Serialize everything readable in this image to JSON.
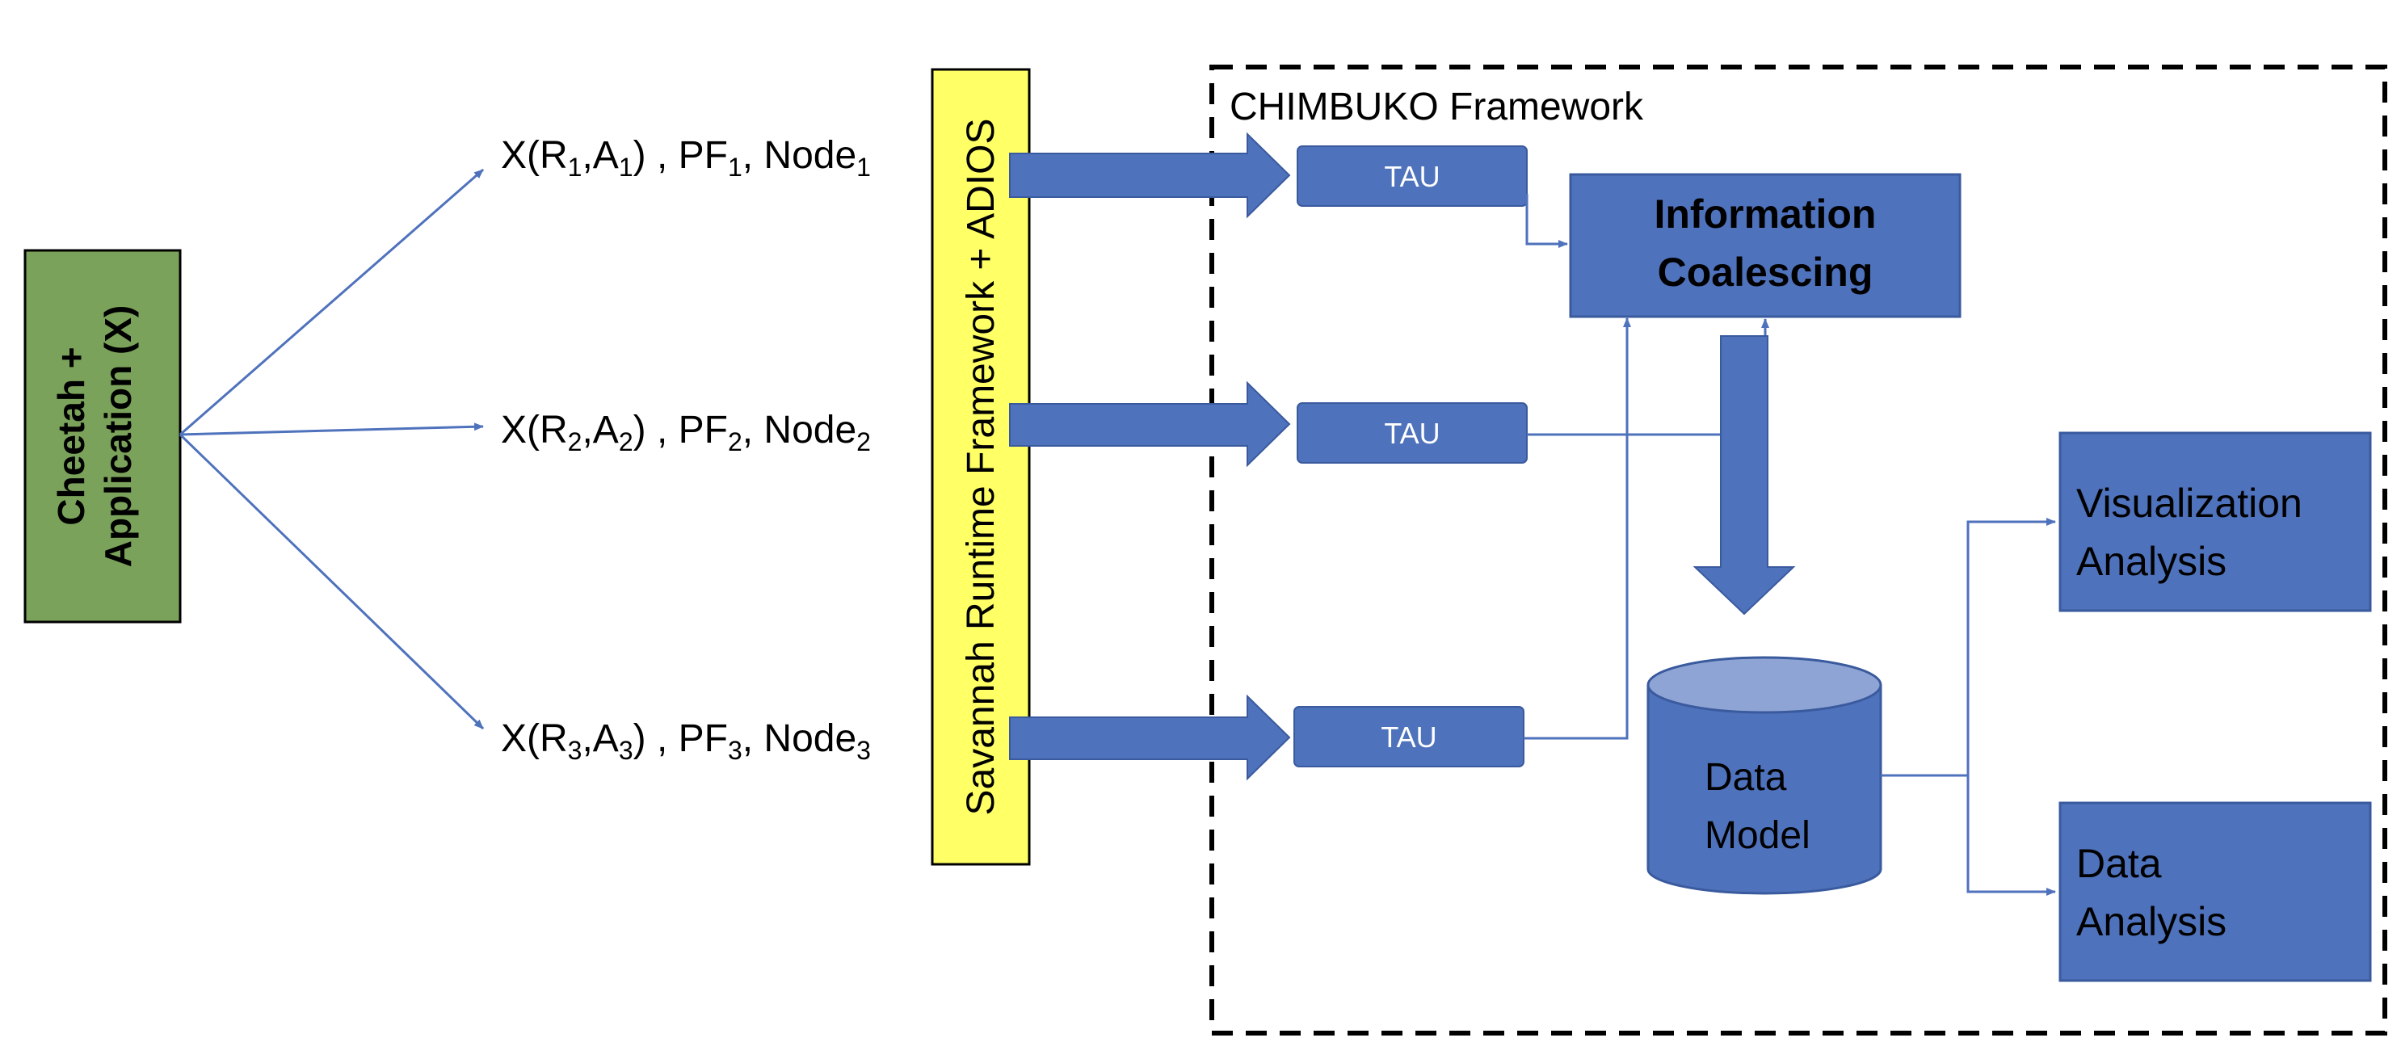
{
  "colors": {
    "blue_fill": "#4F72BC",
    "blue_stroke": "#3A5A9E",
    "cylinder_top": "#8EA4D4",
    "green_fill": "#7BA25A",
    "yellow_fill": "#FFFF66",
    "white": "#FFFFFF",
    "black": "#000000"
  },
  "source": {
    "line1": "Cheetah +",
    "line2": "Application (X)"
  },
  "runtime": {
    "label": "Savannah Runtime Framework + ADIOS"
  },
  "instances": [
    {
      "prefix": "X(R",
      "sub_r": "1",
      "mid": ",A",
      "sub_a": "1",
      "pf": ") , PF",
      "sub_pf": "1",
      "node": ", Node",
      "sub_node": "1"
    },
    {
      "prefix": "X(R",
      "sub_r": "2",
      "mid": ",A",
      "sub_a": "2",
      "pf": ") , PF",
      "sub_pf": "2",
      "node": ", Node",
      "sub_node": "2"
    },
    {
      "prefix": "X(R",
      "sub_r": "3",
      "mid": ",A",
      "sub_a": "3",
      "pf": ") , PF",
      "sub_pf": "3",
      "node": ", Node",
      "sub_node": "3"
    }
  ],
  "framework": {
    "title": "CHIMBUKO Framework"
  },
  "tau": {
    "label": "TAU"
  },
  "coalescing": {
    "line1": "Information",
    "line2": "Coalescing"
  },
  "data_model": {
    "line1": "Data",
    "line2": "Model"
  },
  "visualization": {
    "line1": "Visualization",
    "line2": "Analysis"
  },
  "data_analysis": {
    "line1": "Data",
    "line2": "Analysis"
  }
}
